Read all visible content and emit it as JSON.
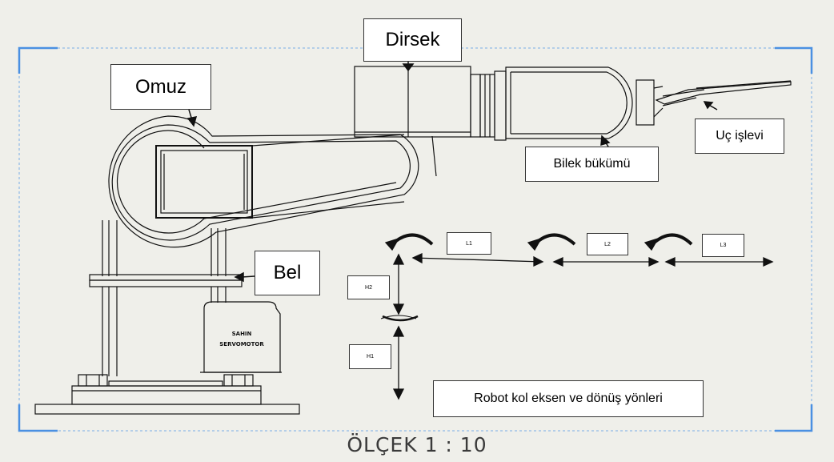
{
  "labels": {
    "dirsek": "Dirsek",
    "omuz": "Omuz",
    "bel": "Bel",
    "uc_islevi": "Uç işlevi",
    "bilek_bukumu": "Bilek bükümü",
    "l1": "L1",
    "l2": "L2",
    "l3": "L3",
    "h1": "H1",
    "h2": "H2",
    "caption": "Robot kol eksen ve dönüş yönleri",
    "scale": "ÖLÇEK 1 : 10"
  },
  "motor_label": {
    "line1": "SAHIN",
    "line2": "SERVOMOTOR"
  },
  "colors": {
    "background": "#efefea",
    "frame_corner": "#4a90e2",
    "frame_dash": "#7aaee6",
    "line": "#111111"
  }
}
